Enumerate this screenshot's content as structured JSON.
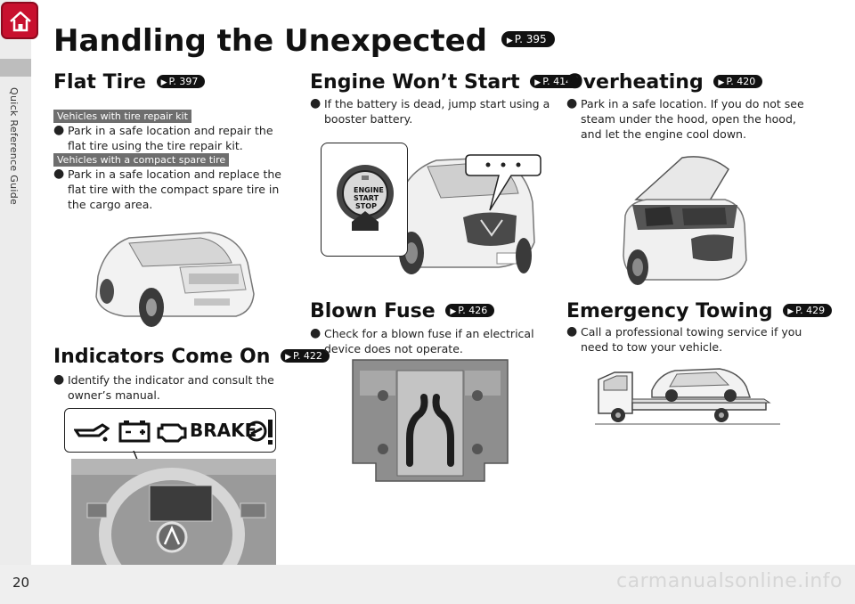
{
  "nav": {
    "home_icon": "home-icon",
    "side_label": "Quick Reference Guide"
  },
  "page": {
    "title": "Handling the Unexpected",
    "title_ref": "P. 395",
    "page_number": "20",
    "watermark": "carmanualsonline.info"
  },
  "sections": {
    "flat_tire": {
      "title": "Flat Tire",
      "ref": "P. 397",
      "items": [
        {
          "tag": "Vehicles with tire repair kit",
          "text": "Park in a safe location and repair the flat tire using the tire repair kit."
        },
        {
          "tag": "Vehicles with a compact spare tire",
          "text": "Park in a safe location and replace the flat tire with the compact spare tire in the cargo area."
        }
      ]
    },
    "indicators": {
      "title": "Indicators Come On",
      "ref": "P. 422",
      "text": "Identify the indicator and consult the owner’s manual.",
      "brake_label": "BRAKE"
    },
    "engine": {
      "title": "Engine Won’t Start",
      "ref": "P. 414",
      "text": "If the battery is dead, jump start using a booster battery.",
      "button_label_1": "ENGINE",
      "button_label_2": "START",
      "button_label_3": "STOP"
    },
    "fuse": {
      "title": "Blown Fuse",
      "ref": "P. 426",
      "text": "Check for a blown fuse if an electrical device does not operate."
    },
    "overheating": {
      "title": "Overheating",
      "ref": "P. 420",
      "text": "Park in a safe location. If you do not see steam under the hood, open the hood, and let the engine cool down."
    },
    "towing": {
      "title": "Emergency Towing",
      "ref": "P. 429",
      "text": "Call a professional towing service if you need to tow your vehicle."
    }
  },
  "colors": {
    "home_red": "#c8102e",
    "tag_gray": "#6e6e6e"
  }
}
